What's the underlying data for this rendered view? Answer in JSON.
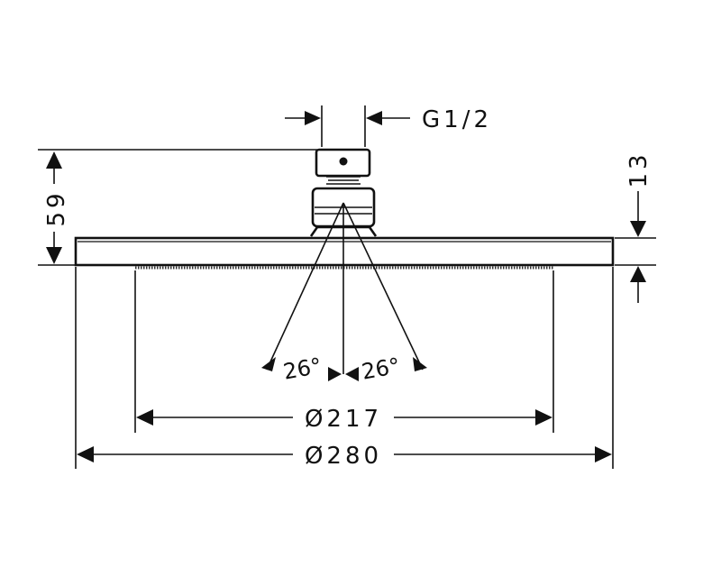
{
  "colors": {
    "line": "#111111",
    "background": "#ffffff"
  },
  "dimensions": {
    "thread": "G1/2",
    "height_total": "59",
    "plate_thickness": "13",
    "spray_diameter": "Ø217",
    "outer_diameter": "Ø280",
    "angle_left": "26°",
    "angle_right": "26°"
  }
}
